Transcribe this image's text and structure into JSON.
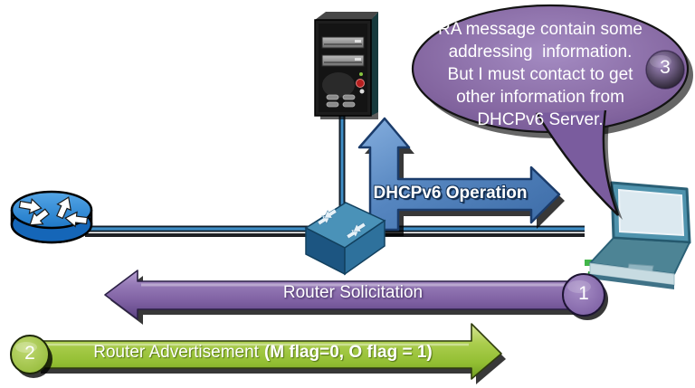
{
  "bubble": {
    "lines": [
      "RA message contain some",
      "addressing  information.",
      "But I must contact to get",
      "other information from",
      "DHCPv6 Server."
    ],
    "badge": "3"
  },
  "arrows": {
    "dhcpv6": {
      "label": "DHCPv6 Operation"
    },
    "solicitation": {
      "label": "Router Solicitation",
      "badge": "1"
    },
    "advertisement": {
      "label": "Router Advertisement",
      "flags": "(M flag=0, O flag = 1)",
      "badge": "2"
    }
  },
  "icons": {
    "server": "server-tower-icon",
    "router": "router-icon",
    "switch": "switch-icon",
    "laptop": "laptop-icon"
  },
  "colors": {
    "bubble_purple": "#8064A2",
    "arrow_purple": "#8568A8",
    "arrow_green": "#9BC53D",
    "arrow_blue": "#4F81BD",
    "cable": "#3F8EC6"
  }
}
